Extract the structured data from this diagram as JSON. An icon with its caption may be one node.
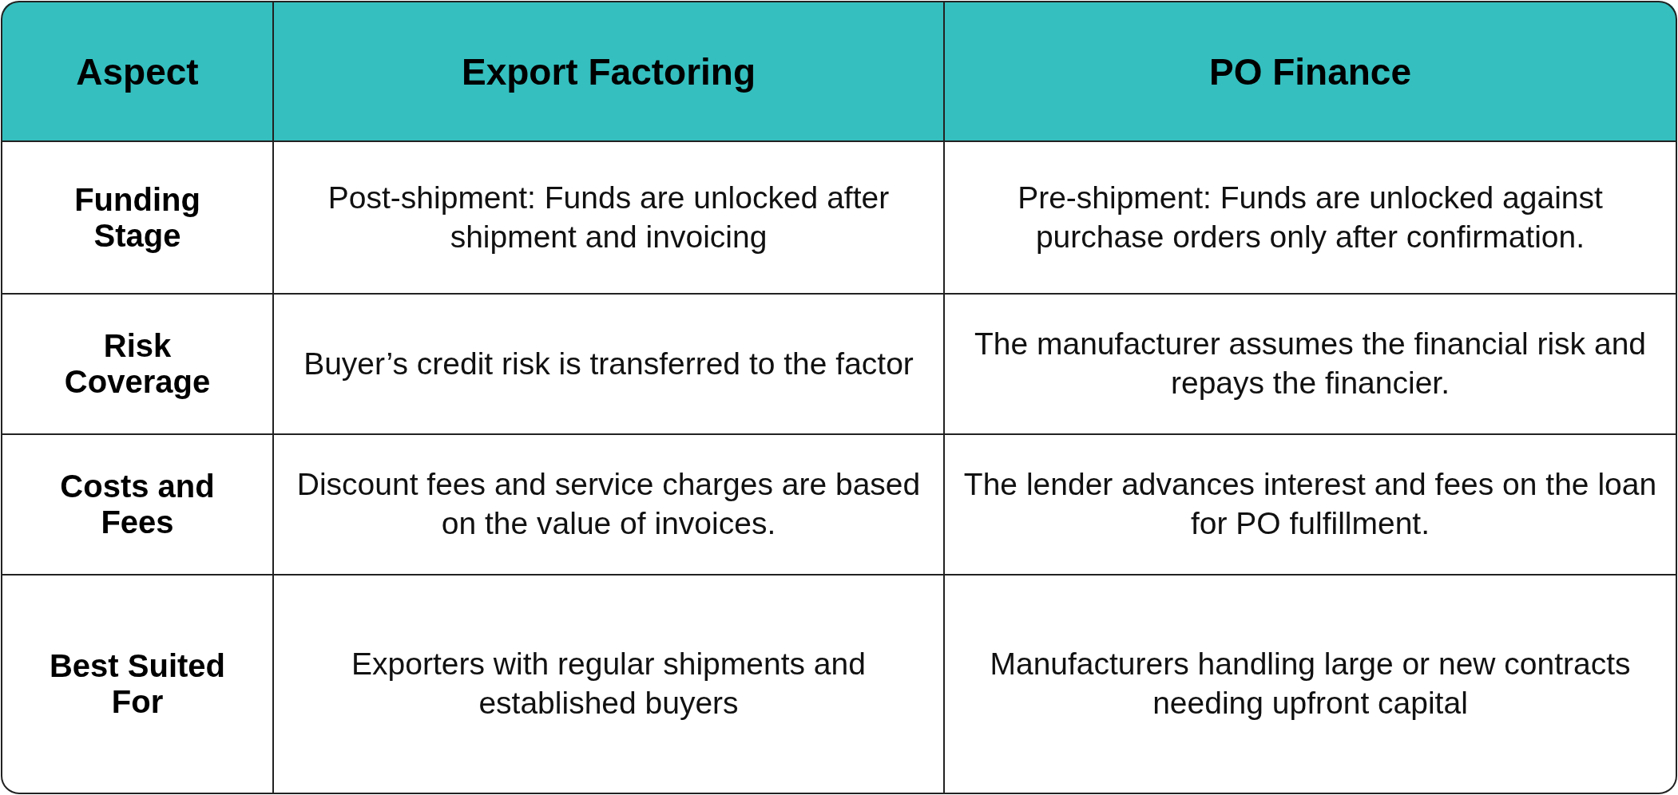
{
  "diagram": {
    "labels": [
      "Aspect",
      "Export Factoring",
      "PO Finance",
      "Funding Stage",
      "Post-shipment: Funds are unlocked after shipment and invoicing",
      "Pre-shipment: Funds are unlocked against purchase orders only after confirmation.",
      "Risk Coverage",
      "Buyer’s credit risk is transferred to the factor",
      "The manufacturer assumes the financial risk and repays the financier.",
      "Costs and Fees",
      "Discount fees and service charges are based on the value of invoices.",
      "The lender advances interest and fees on the loan for PO fulfillment.",
      "Best Suited For",
      "Exporters with regular shipments and established buyers",
      "Manufacturers handling large or new contracts needing upfront capital"
    ]
  }
}
